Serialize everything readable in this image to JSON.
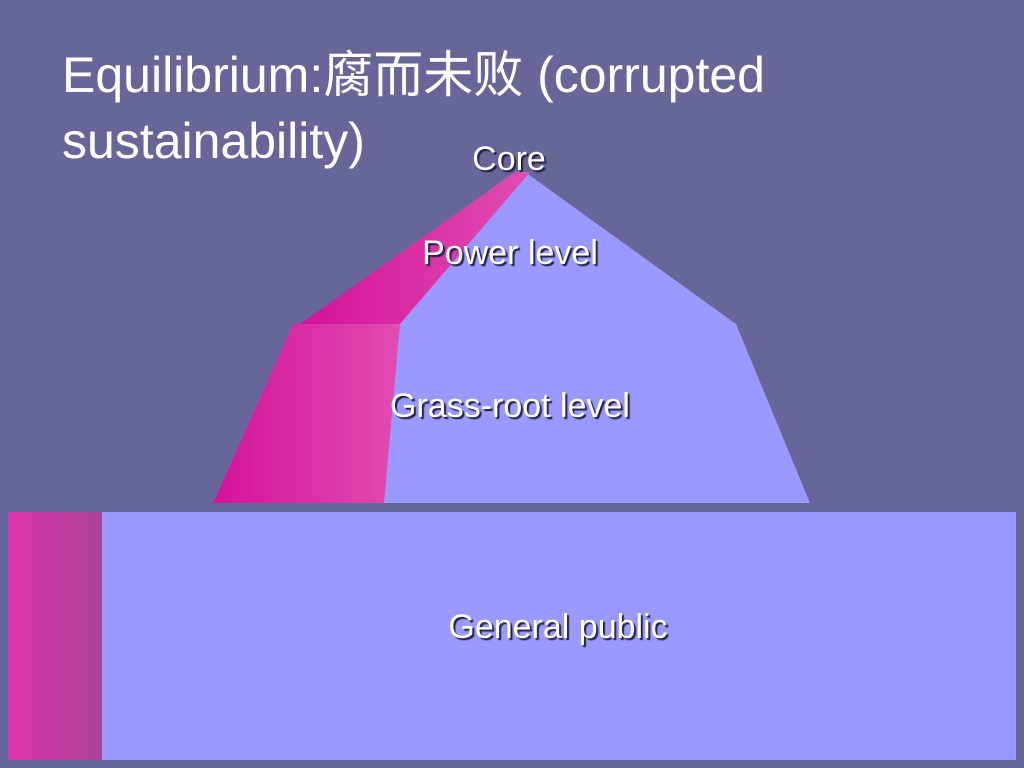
{
  "title": {
    "line1": "Equilibrium:腐而未败 (corrupted",
    "line2": "sustainability)"
  },
  "levels": {
    "core": "Core",
    "power": "Power level",
    "grass_root": "Grass-root level",
    "public": "General public"
  },
  "colors": {
    "background": "#666699",
    "fill": "#9999FF",
    "accent_dark": "#D4119A",
    "accent_light": "#E04DB0"
  }
}
